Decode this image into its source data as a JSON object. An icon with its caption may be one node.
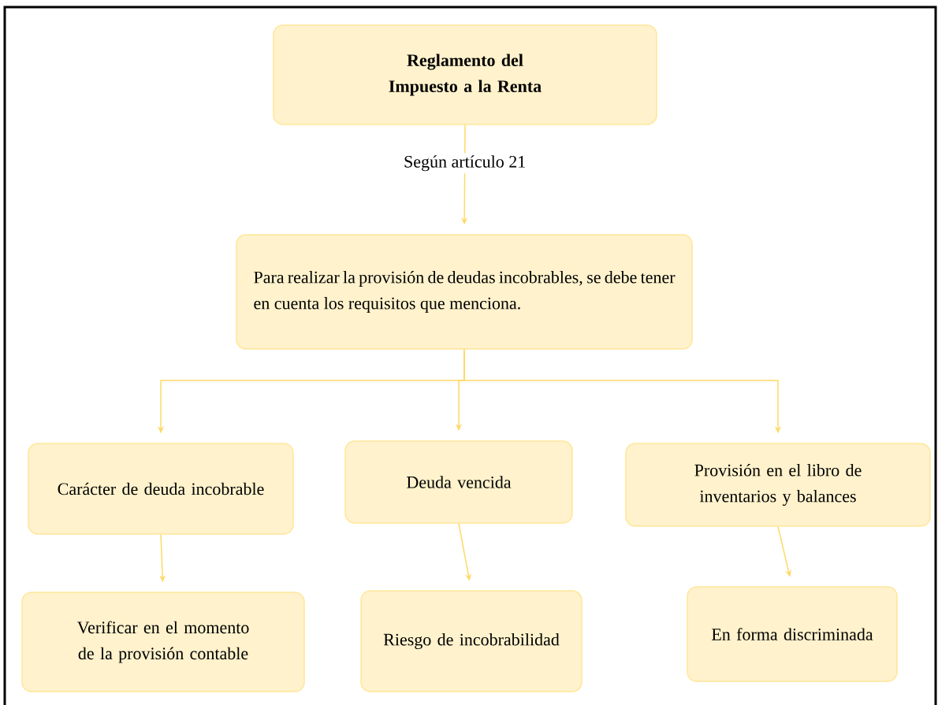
{
  "diagram": {
    "nodes": [
      {
        "text": [
          "Reglamento del Impuesto a la Renta"
        ]
      },
      {
        "text": [
          "Para realizar la provisión de deudas incobrables, se debe tener en cuenta los requisitos que menciona."
        ]
      },
      {
        "text": [
          "Carácter de deuda incobrable"
        ]
      },
      {
        "text": [
          "Deuda vencida"
        ]
      },
      {
        "text": [
          "Provisión en el libro de inventarios y balances"
        ]
      },
      {
        "text": [
          "Verificar en el momento de la provisión contable"
        ]
      },
      {
        "text": [
          "Riesgo de incobrabilidad"
        ]
      },
      {
        "text": [
          "En forma discriminada"
        ]
      }
    ],
    "edges": [
      {
        "from": 0,
        "to": 1,
        "arrow": "to",
        "label": "Según artículo 21"
      },
      {
        "from": 1,
        "to": 2,
        "arrow": "to"
      },
      {
        "from": 1,
        "to": 3,
        "arrow": "to"
      },
      {
        "from": 1,
        "to": 4,
        "arrow": "to"
      },
      {
        "from": 2,
        "to": 5,
        "arrow": "to"
      },
      {
        "from": 3,
        "to": 6,
        "arrow": "to"
      },
      {
        "from": 4,
        "to": 7,
        "arrow": "to"
      }
    ]
  }
}
